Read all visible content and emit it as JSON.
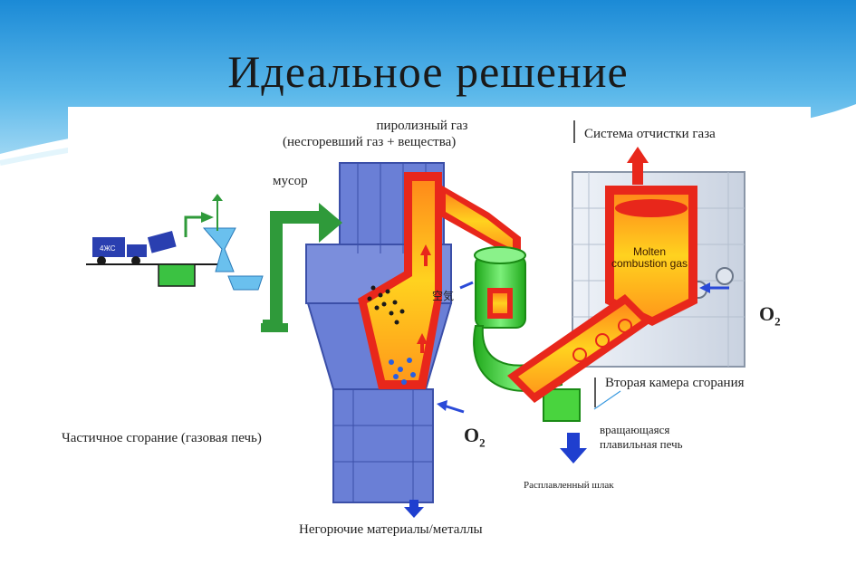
{
  "slide": {
    "title": "Идеальное решение"
  },
  "labels": {
    "pyrolysis_gas_line1": "пиролизный газ",
    "pyrolysis_gas_line2": "(несгоревший газ + вещества)",
    "garbage": "мусор",
    "gas_cleaning": "Система отчистки газа",
    "partial_combustion": "Частичное сгорание (газовая печь)",
    "o2_left": "O",
    "o2_left_sub": "2",
    "o2_right": "O",
    "o2_right_sub": "2",
    "second_chamber": "Вторая камера сгорания",
    "rotating_furnace_line1": "вращающаяся",
    "rotating_furnace_line2": "плавильная печь",
    "molten_slag": "Расплавленный шлак",
    "noncombustible": "Негорючие материалы/металлы",
    "molten_gas": "Molten combustion gas",
    "air_label": "空気",
    "truck_text": "4ЖС"
  },
  "colors": {
    "sky_top": "#1f8fd8",
    "sky_light": "#aee0f6",
    "furnace_blue": "#6a7fd6",
    "furnace_dark": "#3b4fa8",
    "fire_red": "#e8271b",
    "fire_yellow": "#ffd21f",
    "pipe_green": "#39d42e",
    "arrow_green": "#2f9a3a",
    "arrow_red": "#e8271b",
    "arrow_blue": "#1f3fcf",
    "frame_gray": "#9aa6b8"
  }
}
